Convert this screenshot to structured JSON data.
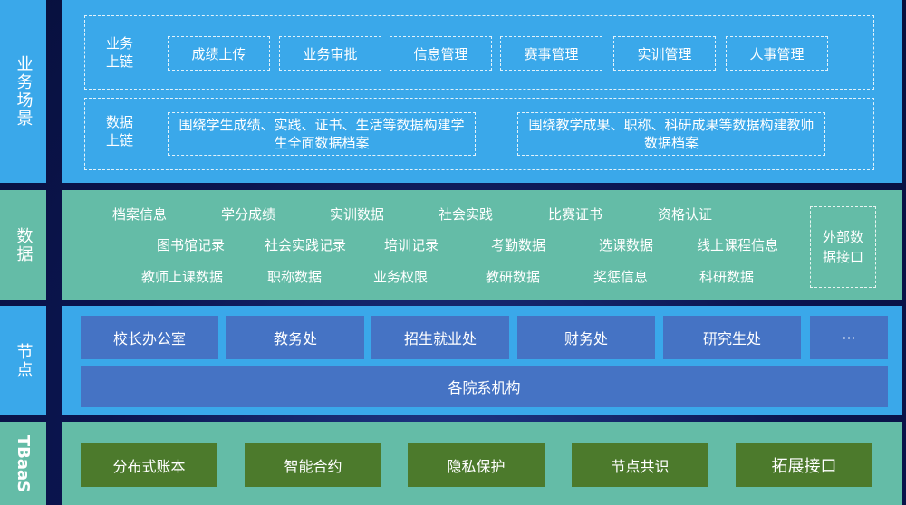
{
  "layers": {
    "business": "业务场景",
    "data": "数据",
    "nodes": "节点",
    "tbaas": "TBaaS"
  },
  "business": {
    "group1_label": "业务上链",
    "group1_items": [
      "成绩上传",
      "业务审批",
      "信息管理",
      "赛事管理",
      "实训管理",
      "人事管理"
    ],
    "group2_label": "数据上链",
    "group2_items": [
      "围绕学生成绩、实践、证书、生活等数据构建学生全面数据档案",
      "围绕教学成果、职称、科研成果等数据构建教师数据档案"
    ]
  },
  "data": {
    "row1": [
      "档案信息",
      "学分成绩",
      "实训数据",
      "社会实践",
      "比赛证书",
      "资格认证"
    ],
    "row2": [
      "图书馆记录",
      "社会实践记录",
      "培训记录",
      "考勤数据",
      "选课数据",
      "线上课程信息"
    ],
    "row3": [
      "教师上课数据",
      "职称数据",
      "业务权限",
      "教研数据",
      "奖惩信息",
      "科研数据"
    ],
    "external": "外部数据接口"
  },
  "nodes": {
    "items": [
      "校长办公室",
      "教务处",
      "招生就业处",
      "财务处",
      "研究生处",
      "···"
    ],
    "wide": "各院系机构"
  },
  "tbaas": {
    "items": [
      "分布式账本",
      "智能合约",
      "隐私保护",
      "节点共识",
      "拓展接口"
    ]
  },
  "colors": {
    "business": "#3aa8ea",
    "data": "#64bca7",
    "nodes": "#3aa8ea",
    "tbaas": "#64bca7",
    "node_box": "#4573c4",
    "tbaas_box": "#4c7a2c"
  }
}
